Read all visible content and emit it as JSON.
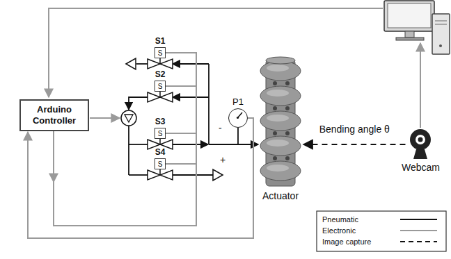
{
  "diagram": {
    "nodes": [
      {
        "text": [
          "Arduino Controller"
        ]
      },
      {
        "text": [
          "S1",
          "S"
        ]
      },
      {
        "text": [
          "S2",
          "S"
        ]
      },
      {
        "text": [
          "S3",
          "S"
        ]
      },
      {
        "text": [
          "S4",
          "S"
        ]
      },
      {
        "text": [
          "P1"
        ]
      },
      {
        "text": [
          "Actuator"
        ]
      },
      {
        "text": [
          "Webcam"
        ]
      }
    ],
    "edges": [
      {
        "from": 0,
        "to": 1,
        "arrow": "none"
      },
      {
        "from": 0,
        "to": 2,
        "arrow": "none"
      },
      {
        "from": 0,
        "to": 3,
        "arrow": "none"
      },
      {
        "from": 0,
        "to": 4,
        "arrow": "none"
      },
      {
        "from": 5,
        "to": 0,
        "arrow": "to"
      },
      {
        "from": 7,
        "to": 6,
        "label": "Bending angle θ",
        "arrow": "to"
      }
    ],
    "labels": [
      "-",
      "+"
    ],
    "legend": [
      {
        "text": "Pneumatic"
      },
      {
        "text": "Electronic"
      },
      {
        "text": "Image capture"
      }
    ]
  }
}
